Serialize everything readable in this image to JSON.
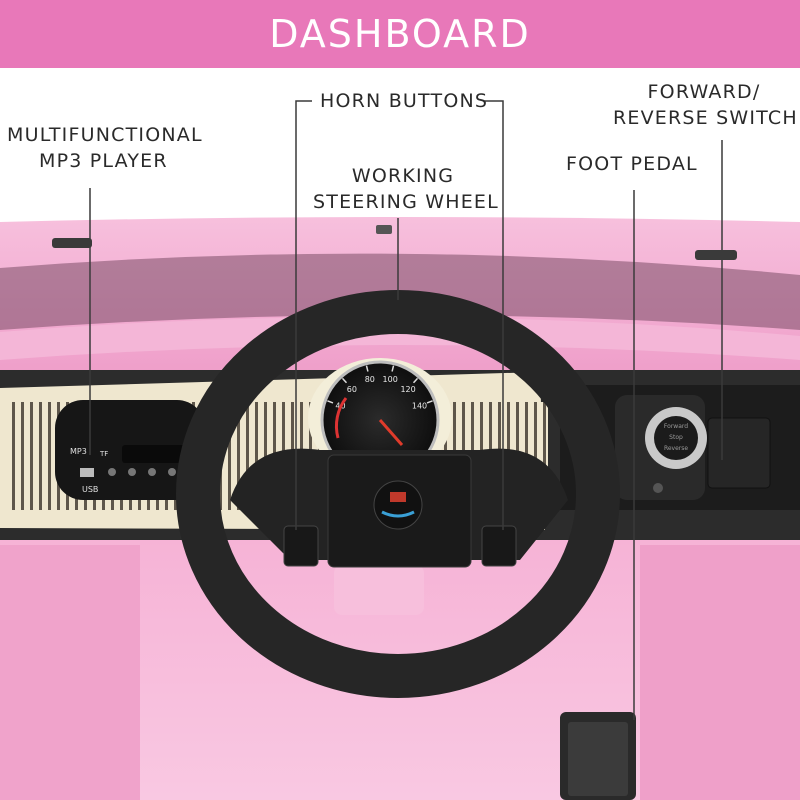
{
  "banner": {
    "title": "DASHBOARD"
  },
  "labels": {
    "mp3_player": {
      "line1": "MULTIFUNCTIONAL",
      "line2": "MP3 PLAYER"
    },
    "horn_buttons": "HORN BUTTONS",
    "steering_wheel": {
      "line1": "WORKING",
      "line2": "STEERING WHEEL"
    },
    "foot_pedal": "FOOT PEDAL",
    "forward_reverse_switch": {
      "line1": "FORWARD/",
      "line2": "REVERSE SWITCH"
    }
  },
  "gauge_ticks": [
    "40",
    "60",
    "80",
    "100",
    "120",
    "140"
  ],
  "mp3_panel": {
    "port_labels": [
      "MP3",
      "TF",
      "USB"
    ]
  },
  "switch_labels": [
    "Forward",
    "Stop",
    "Reverse"
  ],
  "colors": {
    "banner": "#e878b9",
    "car_body": "#f2a9cf",
    "dash_cream": "#efe7cf",
    "wheel": "#262626",
    "label_text": "#2a2a2a",
    "leader_line": "#3a3a3a"
  }
}
